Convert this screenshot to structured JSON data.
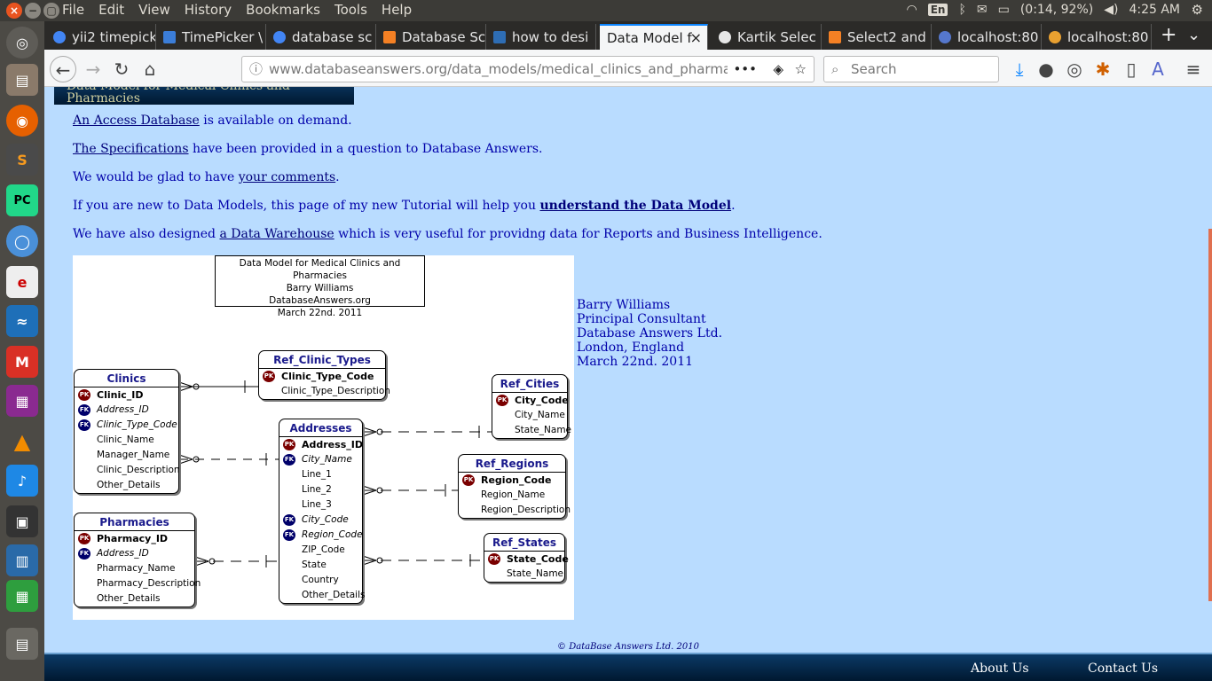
{
  "topbar": {
    "menu": [
      "File",
      "Edit",
      "View",
      "History",
      "Bookmarks",
      "Tools",
      "Help"
    ],
    "lang": "En",
    "battery": "(0:14, 92%)",
    "time": "4:25 AM"
  },
  "tabs": [
    {
      "label": "yii2 timepick",
      "color": "#4285f4"
    },
    {
      "label": "TimePicker \\",
      "color": "#3b7dd8"
    },
    {
      "label": "database sc",
      "color": "#4285f4"
    },
    {
      "label": "Database Sc",
      "color": "#f48024"
    },
    {
      "label": "how to desi",
      "color": "#2e6db4"
    },
    {
      "label": "Data Model f",
      "color": "#f5f6f7"
    },
    {
      "label": "Kartik Selec",
      "color": "#e6e6e6"
    },
    {
      "label": "Select2 and",
      "color": "#f48024"
    },
    {
      "label": "localhost:80",
      "color": "#5577cc"
    },
    {
      "label": "localhost:80",
      "color": "#e8a030"
    }
  ],
  "nav": {
    "url_host": "www.databaseanswers.org",
    "url_path": "/data_models/medical_clinics_and_pharmacie",
    "search_placeholder": "Search"
  },
  "page": {
    "banner": "Data Model for Medical Clinics and Pharmacies",
    "p1": {
      "link": "An Access Database",
      "text": " is available on demand."
    },
    "p2": {
      "link": "The Specifications",
      "text": " have been provided in a question to Database Answers."
    },
    "p3": {
      "pre": "We would be glad to have ",
      "link": "your comments",
      "post": "."
    },
    "p4": {
      "pre": "If you are new to Data Models, this page of my new Tutorial will help you ",
      "link": "understand the Data Model",
      "post": "."
    },
    "p5": {
      "pre": "We have also designed ",
      "link": "a Data Warehouse",
      "post": " which is very useful for providng data for Reports and Business Intelligence."
    },
    "diagram_title": [
      "Data Model for Medical Clinics and Pharmacies",
      "Barry Williams",
      "DatabaseAnswers.org",
      "March 22nd. 2011"
    ],
    "author": [
      "Barry Williams",
      "Principal Consultant",
      "Database Answers Ltd.",
      "London, England",
      "March 22nd. 2011"
    ],
    "copyright": "© DataBase Answers Ltd. 2010",
    "footer": {
      "about": "About Us",
      "contact": "Contact Us"
    }
  },
  "entities": {
    "clinics": {
      "title": "Clinics",
      "rows": [
        {
          "k": "PK",
          "n": "Clinic_ID"
        },
        {
          "k": "FK",
          "n": "Address_ID"
        },
        {
          "k": "FK",
          "n": "Clinic_Type_Code"
        },
        {
          "k": "",
          "n": "Clinic_Name"
        },
        {
          "k": "",
          "n": "Manager_Name"
        },
        {
          "k": "",
          "n": "Clinic_Description"
        },
        {
          "k": "",
          "n": "Other_Details"
        }
      ]
    },
    "ref_clinic_types": {
      "title": "Ref_Clinic_Types",
      "rows": [
        {
          "k": "PK",
          "n": "Clinic_Type_Code"
        },
        {
          "k": "",
          "n": "Clinic_Type_Description"
        }
      ]
    },
    "ref_cities": {
      "title": "Ref_Cities",
      "rows": [
        {
          "k": "PK",
          "n": "City_Code"
        },
        {
          "k": "",
          "n": "City_Name"
        },
        {
          "k": "",
          "n": "State_Name"
        }
      ]
    },
    "addresses": {
      "title": "Addresses",
      "rows": [
        {
          "k": "PK",
          "n": "Address_ID"
        },
        {
          "k": "FK",
          "n": "City_Name"
        },
        {
          "k": "",
          "n": "Line_1"
        },
        {
          "k": "",
          "n": "Line_2"
        },
        {
          "k": "",
          "n": "Line_3"
        },
        {
          "k": "FK",
          "n": "City_Code"
        },
        {
          "k": "FK",
          "n": "Region_Code"
        },
        {
          "k": "",
          "n": "ZIP_Code"
        },
        {
          "k": "",
          "n": "State"
        },
        {
          "k": "",
          "n": "Country"
        },
        {
          "k": "",
          "n": "Other_Details"
        }
      ]
    },
    "ref_regions": {
      "title": "Ref_Regions",
      "rows": [
        {
          "k": "PK",
          "n": "Region_Code"
        },
        {
          "k": "",
          "n": "Region_Name"
        },
        {
          "k": "",
          "n": "Region_Description"
        }
      ]
    },
    "pharmacies": {
      "title": "Pharmacies",
      "rows": [
        {
          "k": "PK",
          "n": "Pharmacy_ID"
        },
        {
          "k": "FK",
          "n": "Address_ID"
        },
        {
          "k": "",
          "n": "Pharmacy_Name"
        },
        {
          "k": "",
          "n": "Pharmacy_Description"
        },
        {
          "k": "",
          "n": "Other_Details"
        }
      ]
    },
    "ref_states": {
      "title": "Ref_States",
      "rows": [
        {
          "k": "PK",
          "n": "State_Code"
        },
        {
          "k": "",
          "n": "State_Name"
        }
      ]
    }
  }
}
